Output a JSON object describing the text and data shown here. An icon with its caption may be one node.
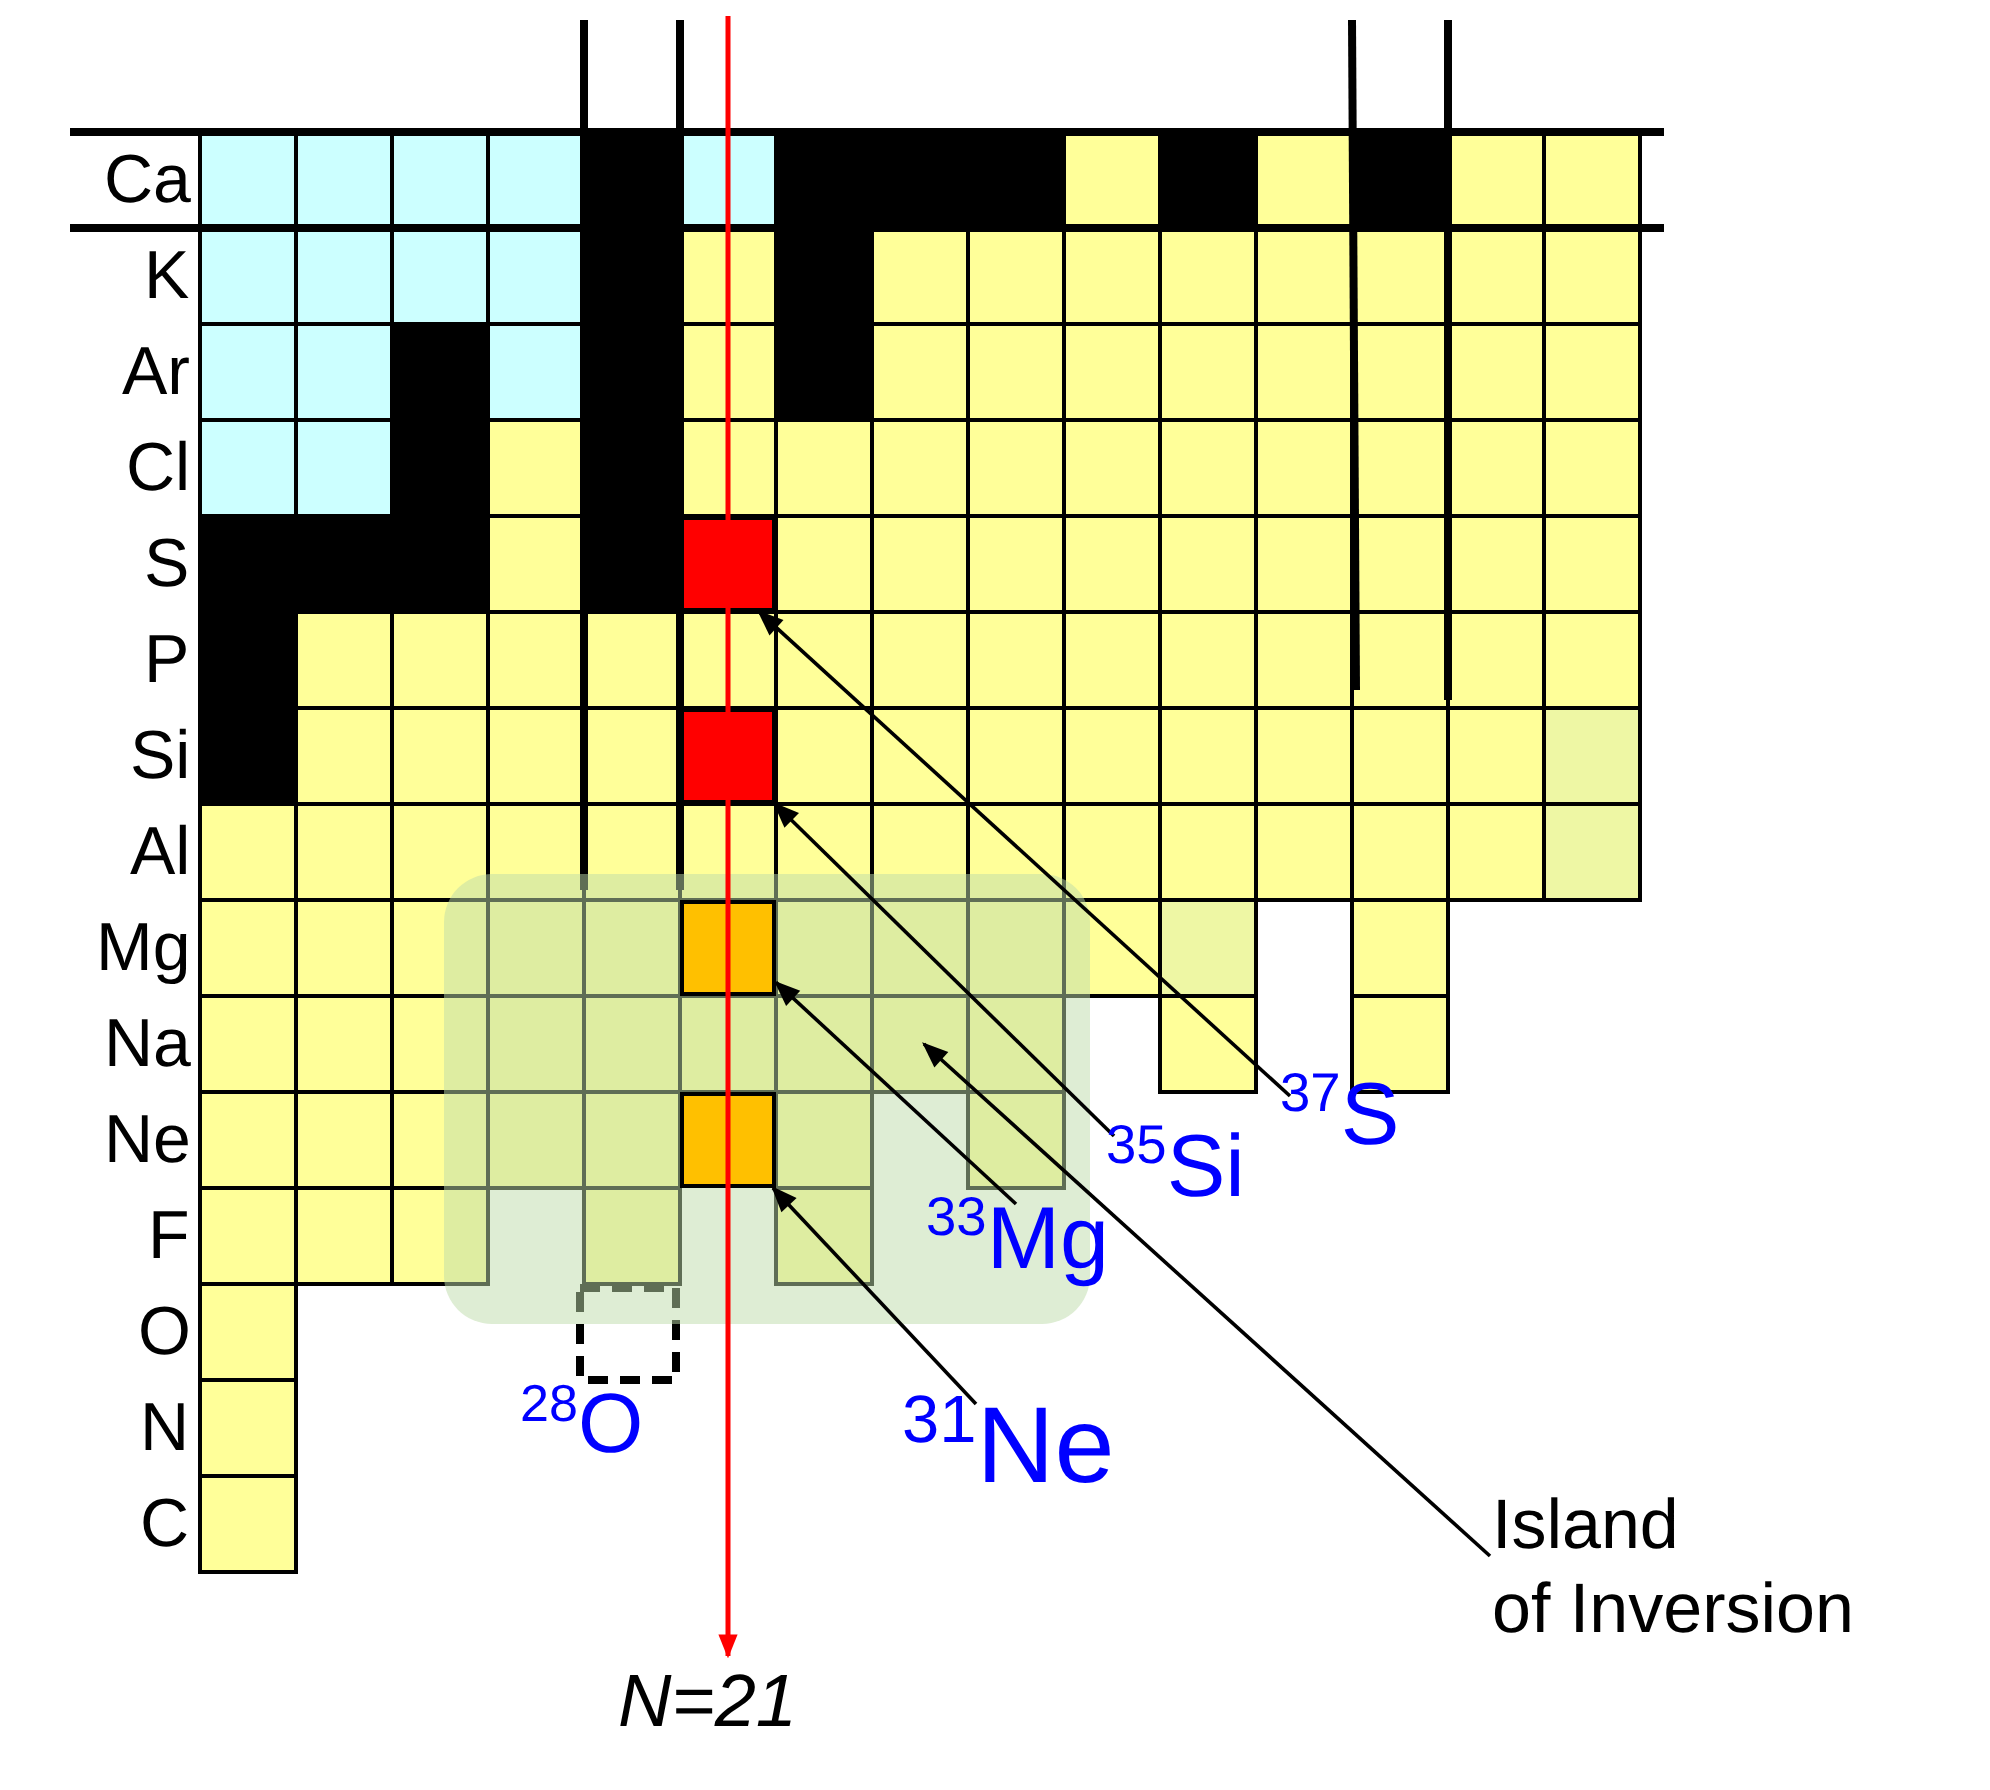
{
  "diagram": {
    "nodes": [
      {
        "text": [],
        "shape": "box"
      },
      {
        "text": [],
        "shape": "box"
      },
      {
        "text": [],
        "shape": "box"
      },
      {
        "text": [],
        "shape": "box",
        "in": 2
      },
      {
        "text": [],
        "shape": "box",
        "in": 2
      },
      {
        "text": [
          "$^{37}$S"
        ]
      },
      {
        "text": [
          "$^{35}$Si"
        ]
      },
      {
        "text": [
          "$^{33}$Mg"
        ]
      },
      {
        "text": [
          "$^{31}$Ne"
        ]
      },
      {
        "text": [
          "Island of Inversion"
        ]
      }
    ],
    "edges": [
      {
        "from": 5,
        "to": 0,
        "arrow": "to"
      },
      {
        "from": 6,
        "to": 1,
        "arrow": "to"
      },
      {
        "from": 7,
        "to": 3,
        "arrow": "to"
      },
      {
        "from": 8,
        "to": 4,
        "arrow": "to"
      },
      {
        "from": 9,
        "to": 2,
        "arrow": "to"
      }
    ],
    "labels": [
      "Ca",
      "K",
      "Ar",
      "Cl",
      "S",
      "P",
      "Si",
      "Al",
      "Mg",
      "Na",
      "Ne",
      "F",
      "O",
      "N",
      "C",
      "$^{28}$O",
      "N=21"
    ]
  }
}
